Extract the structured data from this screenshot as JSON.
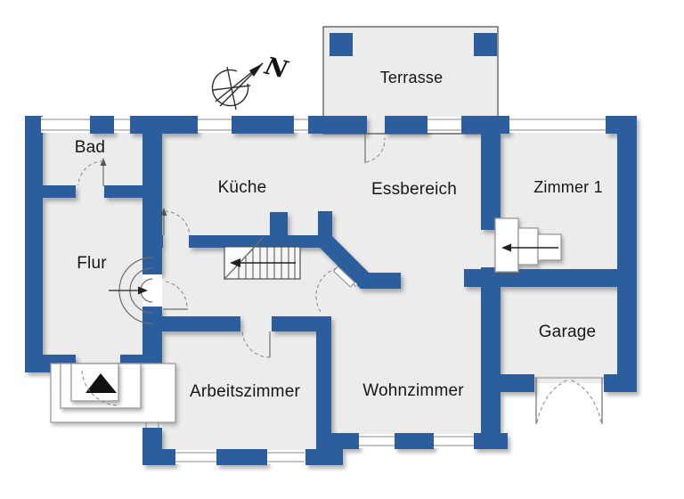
{
  "plan": {
    "kind": "floor-plan"
  },
  "rooms": {
    "bad": {
      "label": "Bad"
    },
    "kueche": {
      "label": "Küche"
    },
    "essbereich": {
      "label": "Essbereich"
    },
    "zimmer1": {
      "label": "Zimmer 1"
    },
    "terrasse": {
      "label": "Terrasse"
    },
    "flur": {
      "label": "Flur"
    },
    "arbeitszimmer": {
      "label": "Arbeitszimmer"
    },
    "wohnzimmer": {
      "label": "Wohnzimmer"
    },
    "garage": {
      "label": "Garage"
    }
  },
  "compass": {
    "north_label": "N"
  },
  "colors": {
    "wall": "#2c5d9c",
    "floor": "#ececec",
    "outline": "#5a5a5a"
  }
}
